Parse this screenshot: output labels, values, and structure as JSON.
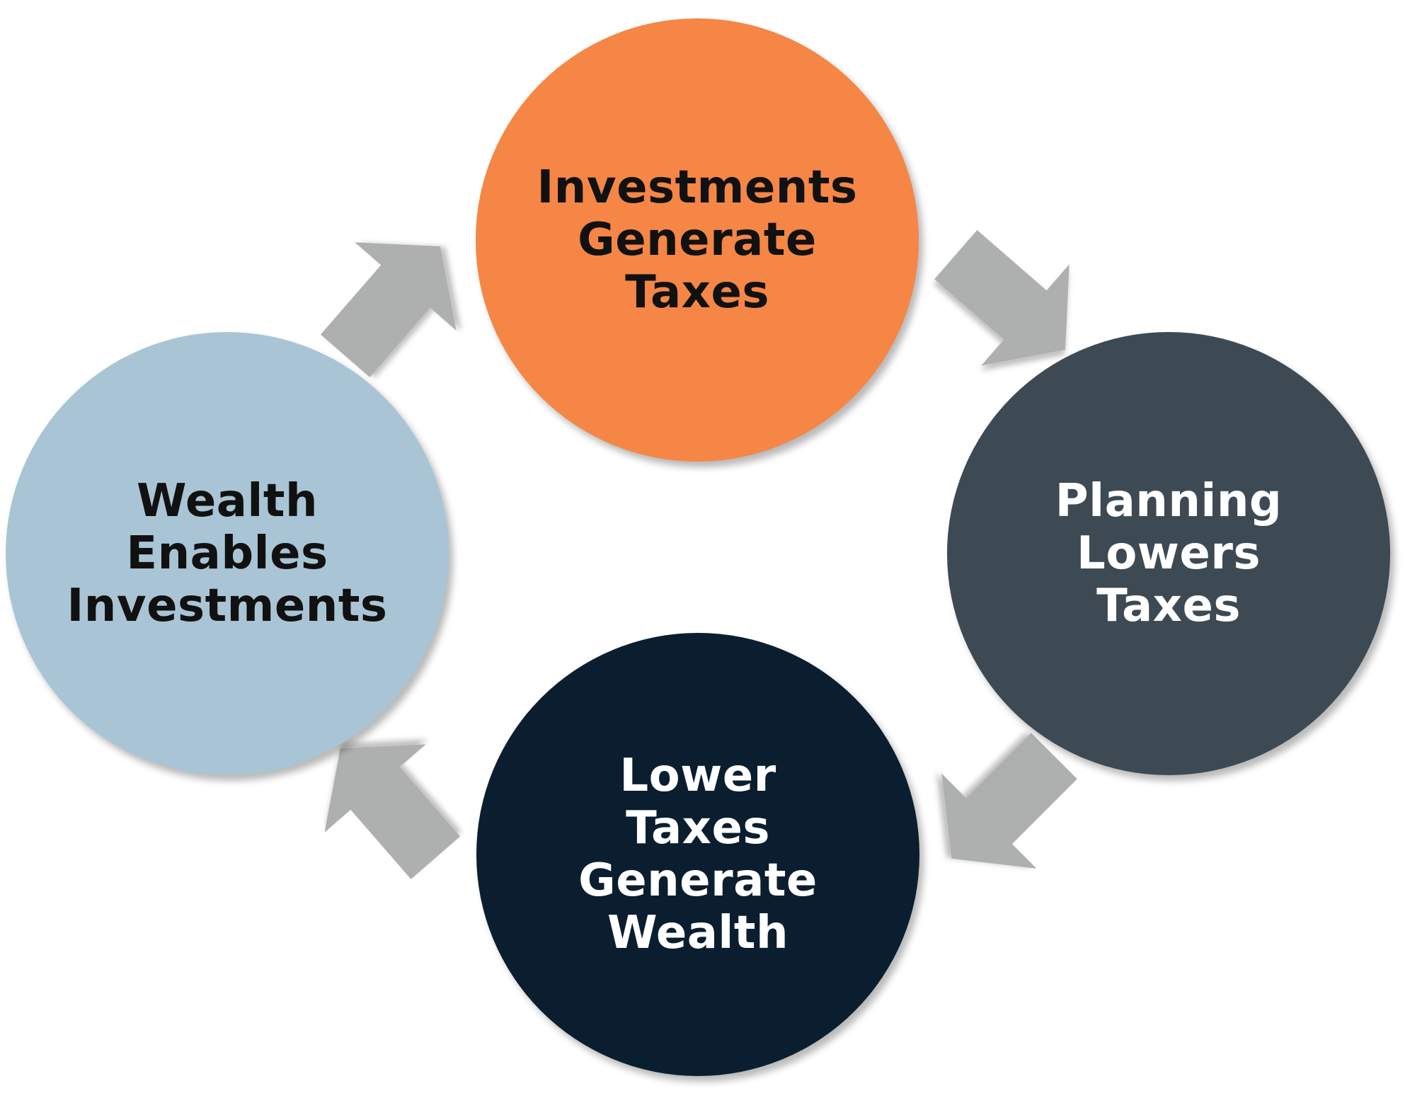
{
  "diagram": {
    "type": "cycle",
    "nodes": [
      {
        "id": "investments",
        "label": "Investments\nGenerate\nTaxes",
        "fill": "#F58646",
        "text_color": "#111111"
      },
      {
        "id": "planning",
        "label": "Planning\nLowers\nTaxes",
        "fill": "#3D4A53",
        "text_color": "#FFFFFF"
      },
      {
        "id": "lower",
        "label": "Lower\nTaxes\nGenerate\nWealth",
        "fill": "#0A1E2F",
        "text_color": "#FFFFFF"
      },
      {
        "id": "wealth",
        "label": "Wealth\nEnables\nInvestments",
        "fill": "#A9C5D5",
        "text_color": "#111111"
      }
    ],
    "arrows": [
      {
        "from": "wealth",
        "to": "investments",
        "color": "#AEB0AF"
      },
      {
        "from": "investments",
        "to": "planning",
        "color": "#AEB0AF"
      },
      {
        "from": "planning",
        "to": "lower",
        "color": "#AEB0AF"
      },
      {
        "from": "lower",
        "to": "wealth",
        "color": "#AEB0AF"
      }
    ]
  }
}
